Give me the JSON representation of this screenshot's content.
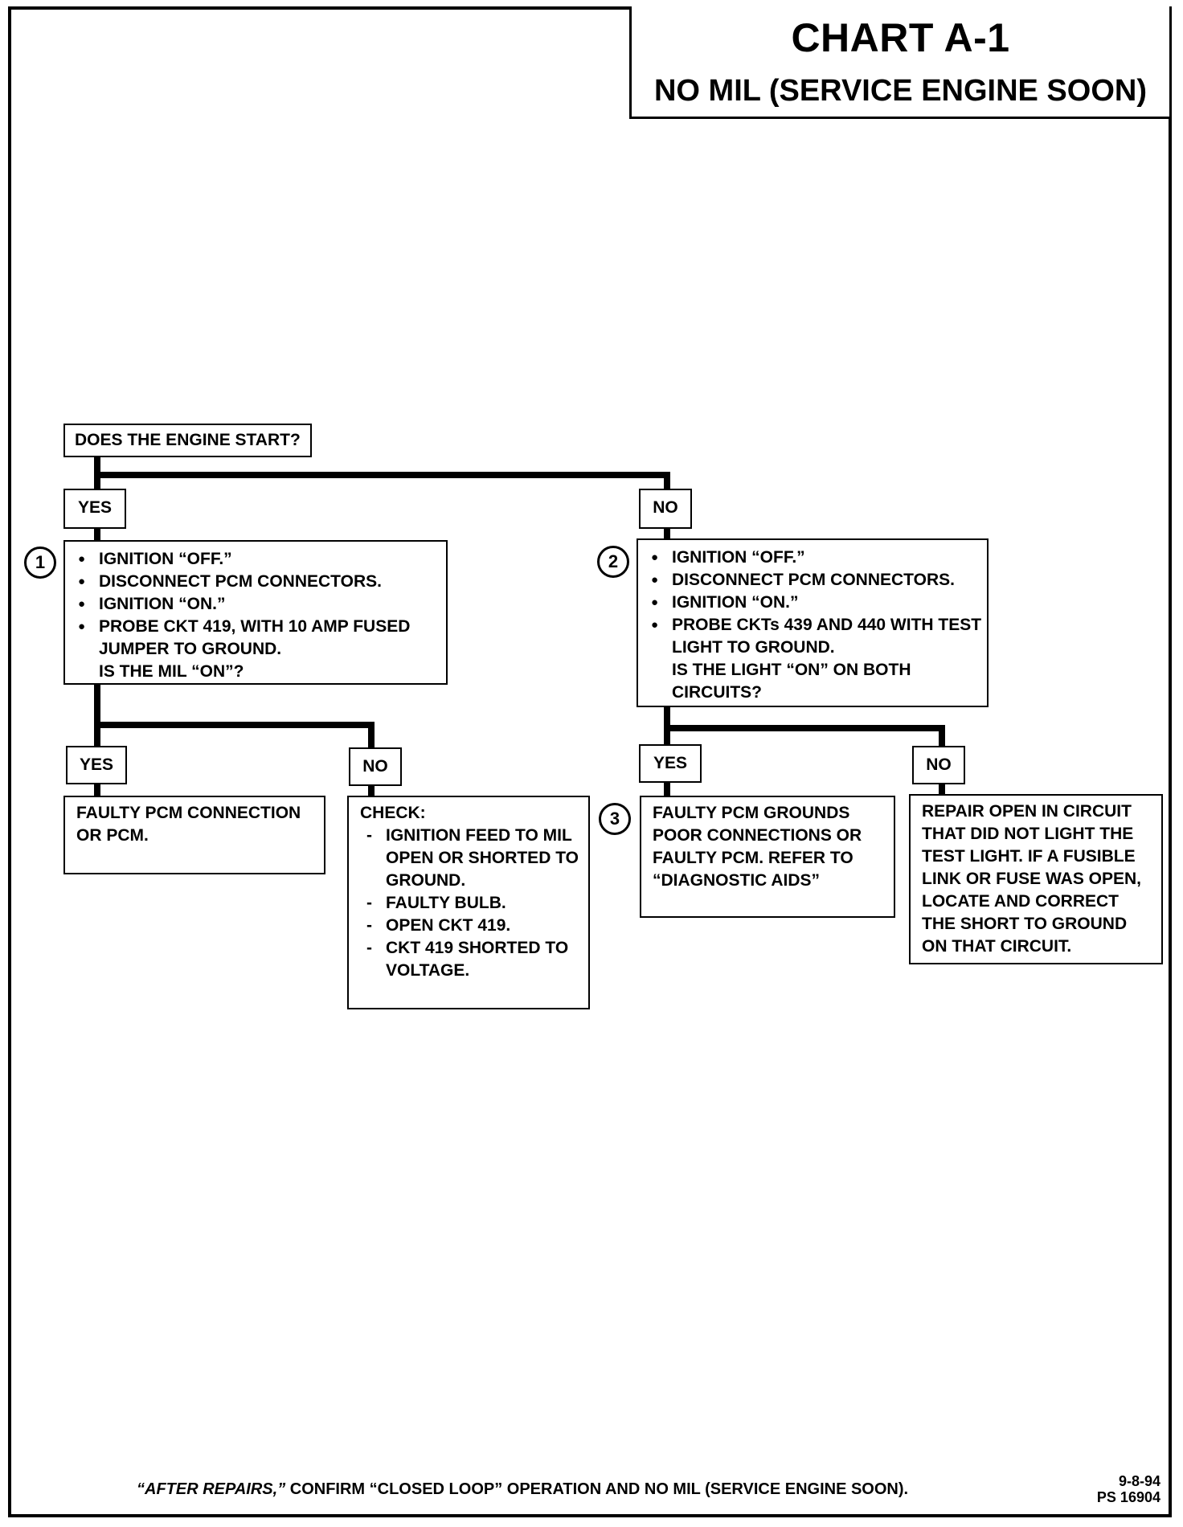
{
  "header": {
    "title": "CHART A-1",
    "subtitle": "NO MIL (SERVICE ENGINE SOON)"
  },
  "flow": {
    "question": "DOES THE ENGINE START?",
    "yes_label": "YES",
    "no_label": "NO",
    "step1": {
      "number": "1",
      "bullets": [
        "IGNITION “OFF.”",
        "DISCONNECT PCM CONNECTORS.",
        "IGNITION “ON.”",
        "PROBE CKT 419, WITH 10 AMP FUSED JUMPER TO GROUND."
      ],
      "question": "IS THE MIL “ON”?"
    },
    "step2": {
      "number": "2",
      "bullets": [
        "IGNITION “OFF.”",
        "DISCONNECT PCM CONNECTORS.",
        "IGNITION “ON.”",
        "PROBE CKTs 439 AND 440 WITH TEST LIGHT TO GROUND."
      ],
      "question": "IS THE LIGHT “ON” ON BOTH CIRCUITS?"
    },
    "result_1_yes": "FAULTY PCM CONNECTION OR PCM.",
    "result_1_no": {
      "heading": "CHECK:",
      "items": [
        "IGNITION FEED TO MIL OPEN OR SHORTED TO GROUND.",
        "FAULTY BULB.",
        "OPEN CKT 419.",
        "CKT 419 SHORTED TO VOLTAGE."
      ]
    },
    "step3_number": "3",
    "result_2_yes": "FAULTY PCM GROUNDS POOR CONNECTIONS OR FAULTY PCM.  REFER TO “DIAGNOSTIC  AIDS”",
    "result_2_no": "REPAIR OPEN IN CIRCUIT THAT DID NOT LIGHT THE TEST LIGHT.  IF A FUSIBLE LINK OR FUSE WAS OPEN, LOCATE AND CORRECT THE SHORT TO GROUND ON THAT CIRCUIT."
  },
  "footer": {
    "emphasis": "“AFTER REPAIRS,”",
    "text": "CONFIRM “CLOSED LOOP” OPERATION AND NO MIL (SERVICE ENGINE SOON).",
    "date": "9-8-94",
    "ref": "PS 16904"
  }
}
